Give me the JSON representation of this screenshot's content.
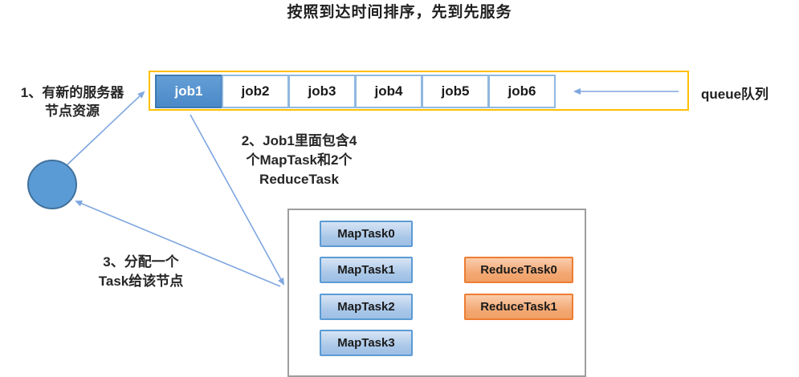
{
  "title": "按照到达时间排序，先到先服务",
  "queue": {
    "jobs": [
      "job1",
      "job2",
      "job3",
      "job4",
      "job5",
      "job6"
    ],
    "active_job": "job1",
    "label": "queue队列"
  },
  "steps": {
    "step1": {
      "lines": [
        "1、有新的服务器",
        "节点资源"
      ]
    },
    "step2": {
      "lines": [
        "2、Job1里面包含4",
        "个MapTask和2个",
        "ReduceTask"
      ]
    },
    "step3": {
      "lines": [
        "3、分配一个",
        "Task给该节点"
      ]
    }
  },
  "tasks": {
    "map": [
      "MapTask0",
      "MapTask1",
      "MapTask2",
      "MapTask3"
    ],
    "reduce": [
      "ReduceTask0",
      "ReduceTask1"
    ]
  },
  "colors": {
    "queue_border": "#FFC000",
    "active_job_fill": "#5B9BD5",
    "job_border": "#8FB8E0",
    "map_task_fill": "#A9C7E8",
    "map_task_border": "#5B9BD5",
    "reduce_task_fill": "#F4A26B",
    "reduce_task_border": "#ED7D31",
    "arrow": "#7EA6E0",
    "node_fill": "#5B9BD5",
    "node_border": "#41719C",
    "tasks_box_border": "#9E9E9E"
  }
}
